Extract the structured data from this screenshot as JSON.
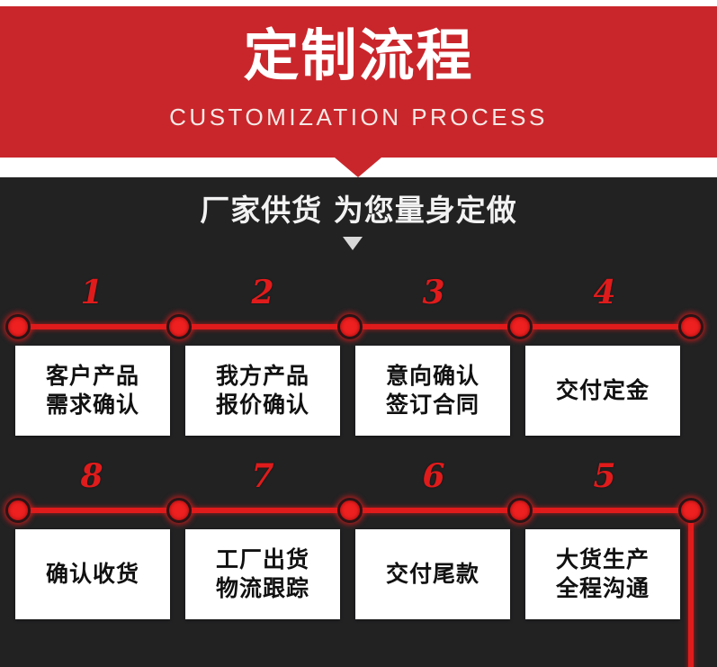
{
  "header": {
    "title": "定制流程",
    "subtitle": "CUSTOMIZATION PROCESS",
    "band_color": "#c9262b",
    "arrow_icon": "down-triangle-icon"
  },
  "body": {
    "background_color": "#222223",
    "slogan": "厂家供货 为您量身定做",
    "slogan_arrow_icon": "down-triangle-small-icon",
    "accent_color": "#e01b1b",
    "box_background": "#ffffff"
  },
  "flow": {
    "row1": {
      "numbers": [
        "1",
        "2",
        "3",
        "4"
      ],
      "steps": [
        "客户产品\n需求确认",
        "我方产品\n报价确认",
        "意向确认\n签订合同",
        "交付定金"
      ]
    },
    "row2": {
      "numbers": [
        "8",
        "7",
        "6",
        "5"
      ],
      "steps": [
        "确认收货",
        "工厂出货\n物流跟踪",
        "交付尾款",
        "大货生产\n全程沟通"
      ]
    }
  }
}
